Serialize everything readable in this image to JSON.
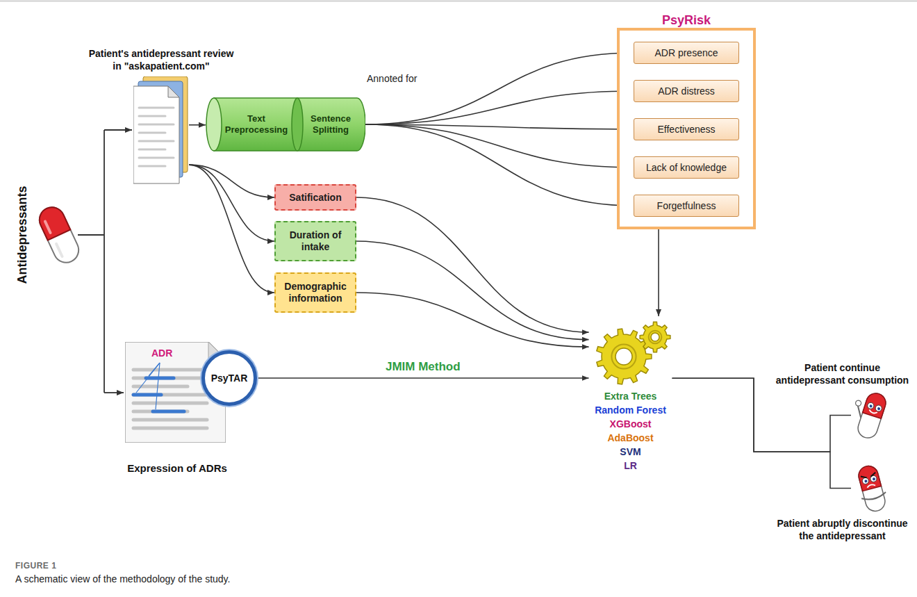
{
  "diagram": {
    "caption": "A schematic view of the methodology of the study.",
    "nodes": [
      {
        "text": [
          "Patient's antidepressant review in \"askapatient.com\""
        ]
      },
      {
        "text": [
          "Text Preprocessing",
          "Sentence Splitting"
        ]
      },
      {
        "text": [
          "PsyRisk"
        ]
      },
      {
        "text": [
          "ADR presence"
        ],
        "in": 2
      },
      {
        "text": [
          "ADR distress"
        ],
        "in": 2
      },
      {
        "text": [
          "Effectiveness"
        ],
        "in": 2
      },
      {
        "text": [
          "Lack of knowledge"
        ],
        "in": 2
      },
      {
        "text": [
          "Forgetfulness"
        ],
        "in": 2
      },
      {
        "text": [
          "Satification"
        ]
      },
      {
        "text": [
          "Duration of intake"
        ]
      },
      {
        "text": [
          "Demographic information"
        ]
      },
      {
        "text": [
          "ADR",
          "Expression of ADRs"
        ]
      },
      {
        "text": [
          "PsyTAR"
        ],
        "in": 11
      },
      {
        "text": [
          "Extra Trees",
          "Random Forest",
          "XGBoost",
          "AdaBoost",
          "SVM",
          "LR"
        ]
      },
      {
        "text": [
          "Patient continue antidepressant consumption"
        ]
      },
      {
        "text": [
          "Patient abruptly discontinue the antidepressant"
        ]
      }
    ],
    "edges": [
      {
        "from": 0,
        "to": 1,
        "arrow": "to"
      },
      {
        "from": 1,
        "to": 3,
        "arrow": "to"
      },
      {
        "from": 1,
        "to": 4,
        "arrow": "to"
      },
      {
        "from": 1,
        "to": 5,
        "arrow": "to"
      },
      {
        "from": 1,
        "to": 6,
        "arrow": "to"
      },
      {
        "from": 1,
        "to": 7,
        "arrow": "to"
      },
      {
        "from": 0,
        "to": 8,
        "arrow": "to"
      },
      {
        "from": 0,
        "to": 9,
        "arrow": "to"
      },
      {
        "from": 0,
        "to": 10,
        "arrow": "to"
      },
      {
        "from": 8,
        "to": 13,
        "arrow": "to"
      },
      {
        "from": 9,
        "to": 13,
        "arrow": "to"
      },
      {
        "from": 10,
        "to": 13,
        "arrow": "to"
      },
      {
        "from": 2,
        "to": 13,
        "arrow": "to"
      },
      {
        "from": 12,
        "to": 13,
        "label": "JMIM Method",
        "arrow": "to"
      },
      {
        "from": 13,
        "to": 14,
        "arrow": "none"
      },
      {
        "from": 13,
        "to": 15,
        "arrow": "none"
      }
    ],
    "labels": [
      "Antidepressants",
      "Annoted for",
      "FIGURE 1"
    ]
  }
}
